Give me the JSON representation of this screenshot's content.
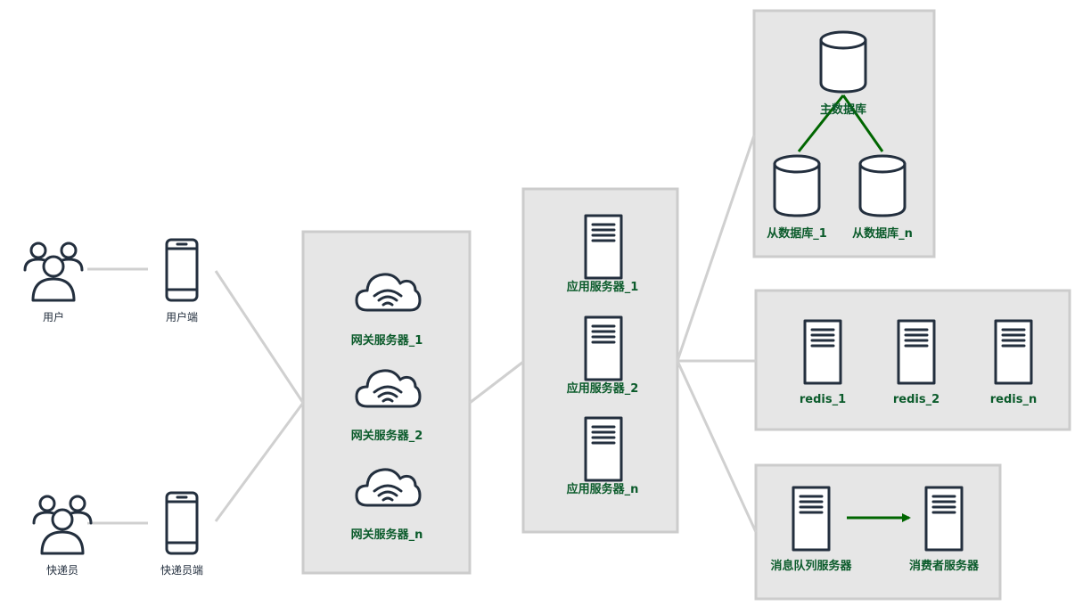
{
  "actors": {
    "user": "用户",
    "user_client": "用户端",
    "courier": "快递员",
    "courier_client": "快递员端"
  },
  "gateway": {
    "servers": [
      "网关服务器_1",
      "网关服务器_2",
      "网关服务器_n"
    ]
  },
  "app": {
    "servers": [
      "应用服务器_1",
      "应用服务器_2",
      "应用服务器_n"
    ]
  },
  "database": {
    "master": "主数据库",
    "slaves": [
      "从数据库_1",
      "从数据库_n"
    ]
  },
  "redis": {
    "nodes": [
      "redis_1",
      "redis_2",
      "redis_n"
    ]
  },
  "mq": {
    "queue_server": "消息队列服务器",
    "consumer_server": "消费者服务器"
  },
  "colors": {
    "group_fill": "#e6e6e6",
    "group_border": "#cccccc",
    "label_green": "#0b5b2b",
    "arrow_green": "#006600",
    "icon_stroke": "#232f3e"
  }
}
